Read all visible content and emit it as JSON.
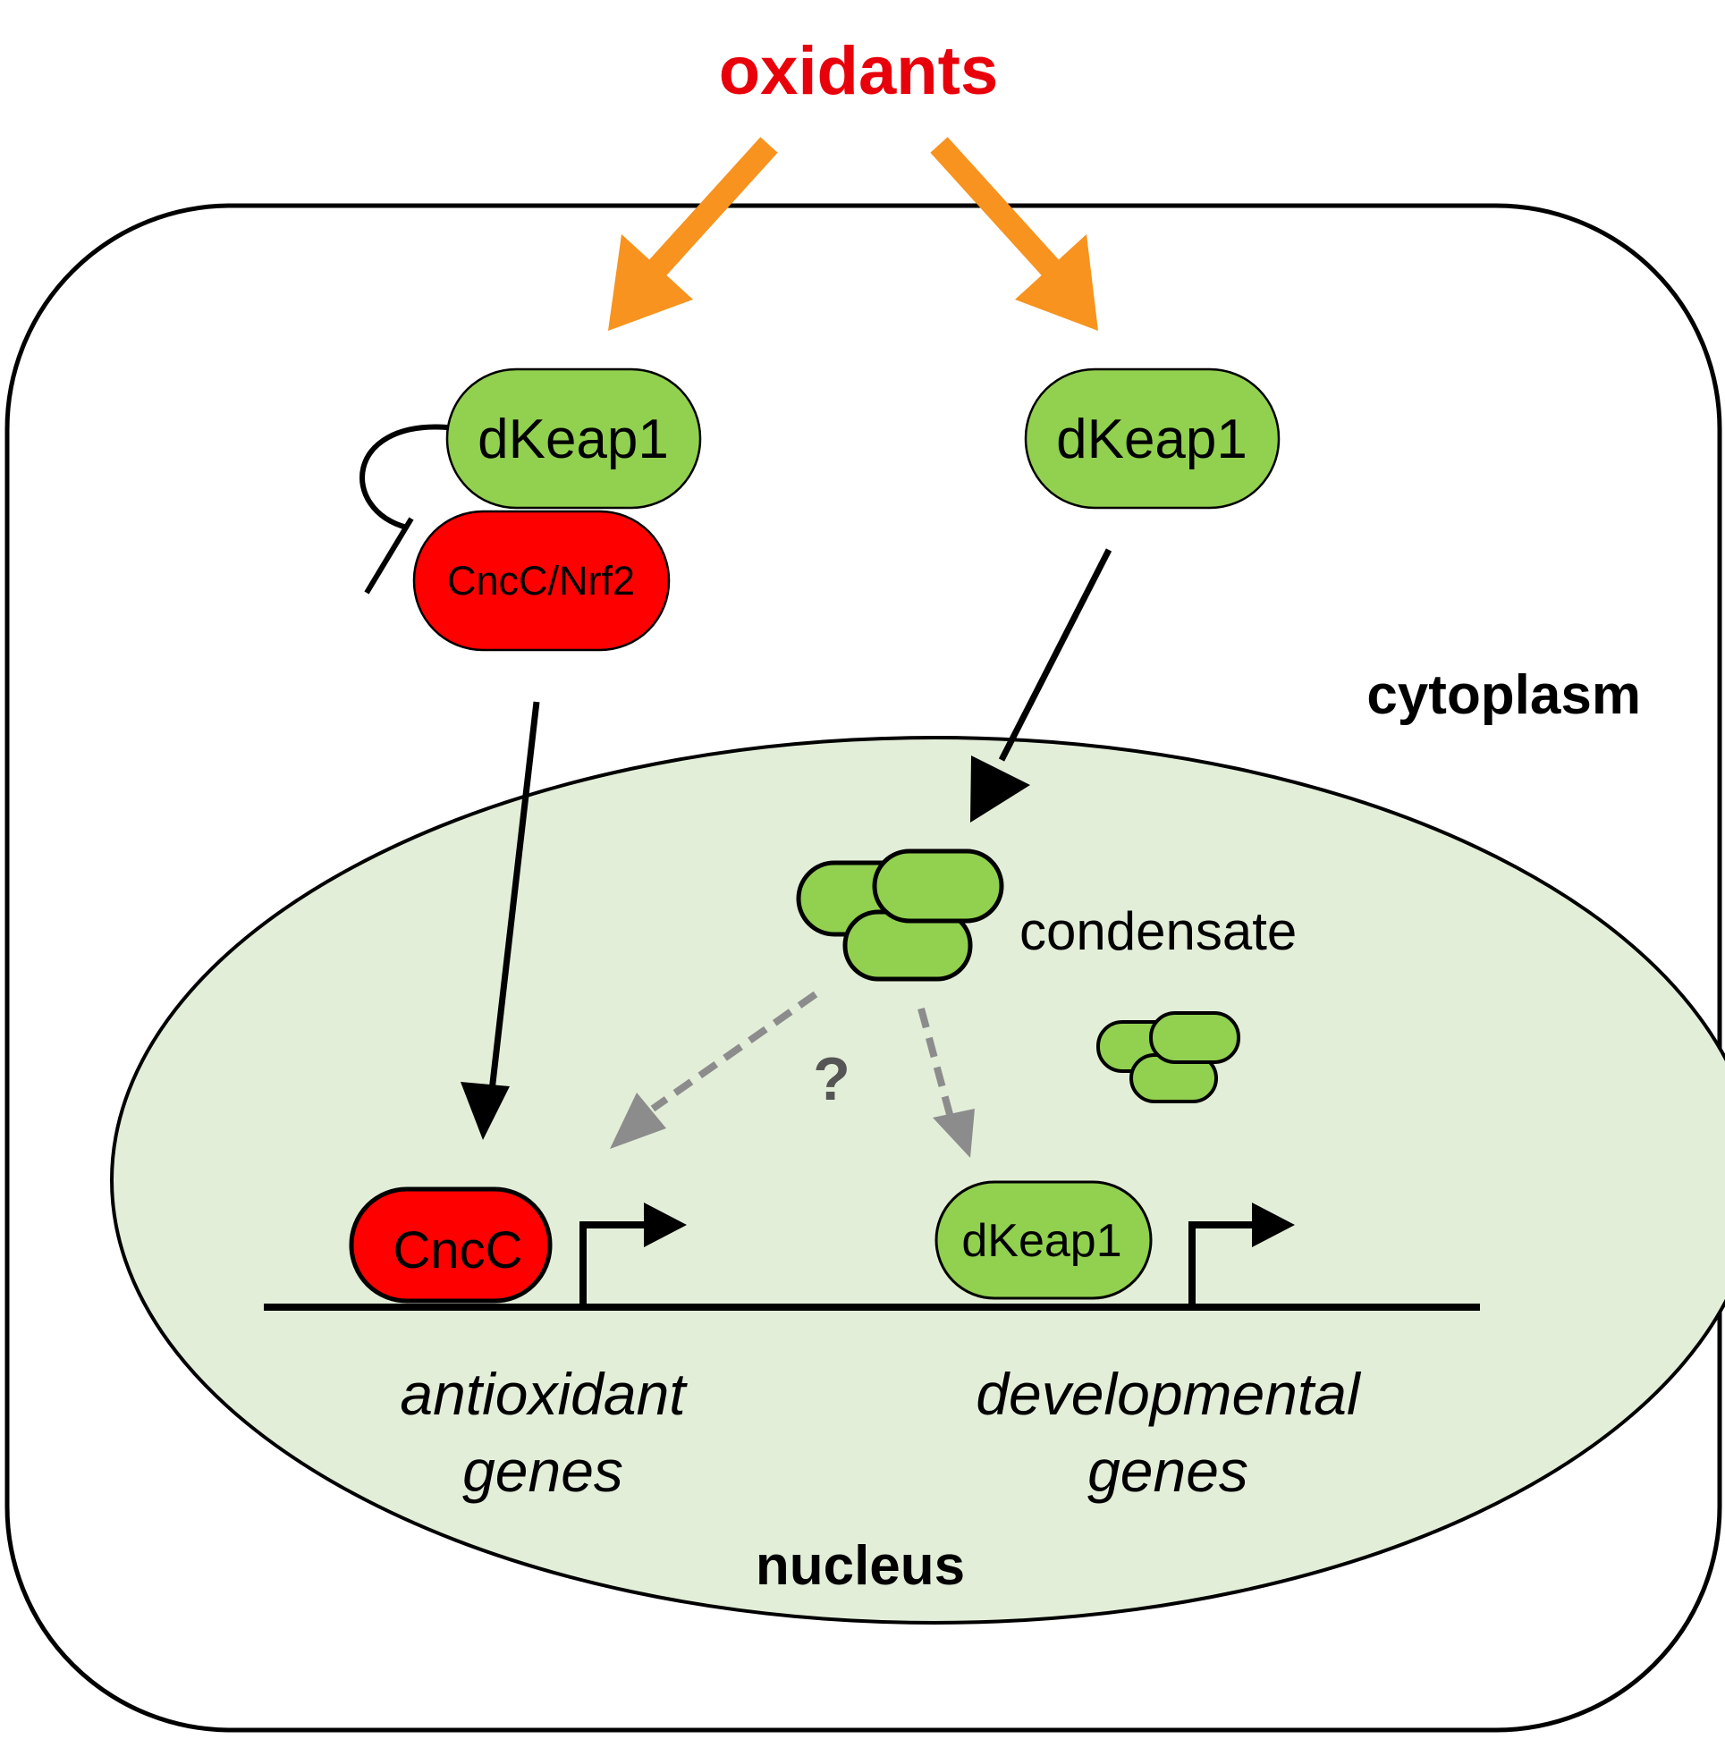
{
  "title": "oxidants",
  "compartments": {
    "cytoplasm": "cytoplasm",
    "nucleus": "nucleus"
  },
  "proteins": {
    "dkeap1_bound": "dKeap1",
    "cncc_nrf2": "CncC/Nrf2",
    "dkeap1_free": "dKeap1",
    "cncc_nuclear": "CncC",
    "dkeap1_nuclear": "dKeap1"
  },
  "condensate_label": "condensate",
  "question_mark": "?",
  "gene_labels": {
    "antioxidant_line1": "antioxidant",
    "antioxidant_line2": "genes",
    "developmental_line1": "developmental",
    "developmental_line2": "genes"
  },
  "colors": {
    "oxidant_text": "#e8000b",
    "oxidant_arrow": "#f7931e",
    "keap1_green": "#92d050",
    "cncc_red": "#ff0000",
    "nucleus_fill": "#e3eed9",
    "dashed_gray": "#8c8c8c",
    "stroke": "#000000"
  }
}
